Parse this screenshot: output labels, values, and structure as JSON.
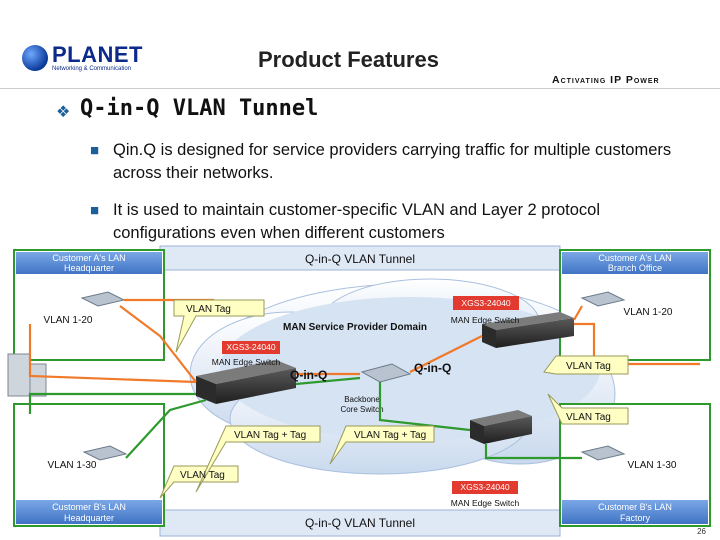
{
  "header": {
    "brand": "PLANET",
    "tagline": "Networking & Communication",
    "title": "Product Features",
    "slogan": "Activating IP Power"
  },
  "main": {
    "heading": "Q-in-Q VLAN Tunnel",
    "bullets": [
      "Qin.Q is designed for service providers carrying traffic for multiple customers across their networks.",
      " It is used to maintain customer-specific VLAN and Layer 2 protocol configurations even when different customers"
    ]
  },
  "diagram": {
    "tunnel_top": "Q-in-Q VLAN Tunnel",
    "tunnel_bottom": "Q-in-Q VLAN Tunnel",
    "cloud_label": "MAN Service Provider Domain",
    "core_label": "Backbone\nCore Switch",
    "boxes": {
      "a_hq": {
        "title": "Customer A's LAN\nHeadquarter",
        "vlan": "VLAN 1-20"
      },
      "a_branch": {
        "title": "Customer A's LAN\nBranch Office",
        "vlan": "VLAN 1-20"
      },
      "b_hq": {
        "title": "Customer B's LAN\nHeadquarter",
        "vlan": "VLAN 1-30"
      },
      "b_factory": {
        "title": "Customer B's LAN\nFactory",
        "vlan": "VLAN 1-30"
      }
    },
    "switches": {
      "left": {
        "model": "XGS3-24040",
        "role": "MAN Edge Switch"
      },
      "top_right": {
        "model": "XGS3-24040",
        "role": "MAN Edge Switch"
      },
      "bottom_right": {
        "model": "XGS3-24040",
        "role": "MAN Edge Switch"
      }
    },
    "tags": {
      "vlan_tag_top_left": "VLAN Tag",
      "vlan_tag_right_upper": "VLAN Tag",
      "vlan_tag_right_lower": "VLAN Tag",
      "vlan_tag_bottom_left": "VLAN Tag",
      "vlan_plus_tag_left": "VLAN Tag + Tag",
      "vlan_plus_tag_right": "VLAN Tag + Tag",
      "qinq_left": "Q-in-Q",
      "qinq_right": "Q-in-Q"
    }
  },
  "footer": {
    "page_number": "26"
  },
  "colors": {
    "tunnel_bar": "#5b8fd8",
    "orange_line": "#f07a2a",
    "green_line": "#2e9a2e",
    "callout": "#ffffc4",
    "brand_blue": "#0b2a8a"
  }
}
